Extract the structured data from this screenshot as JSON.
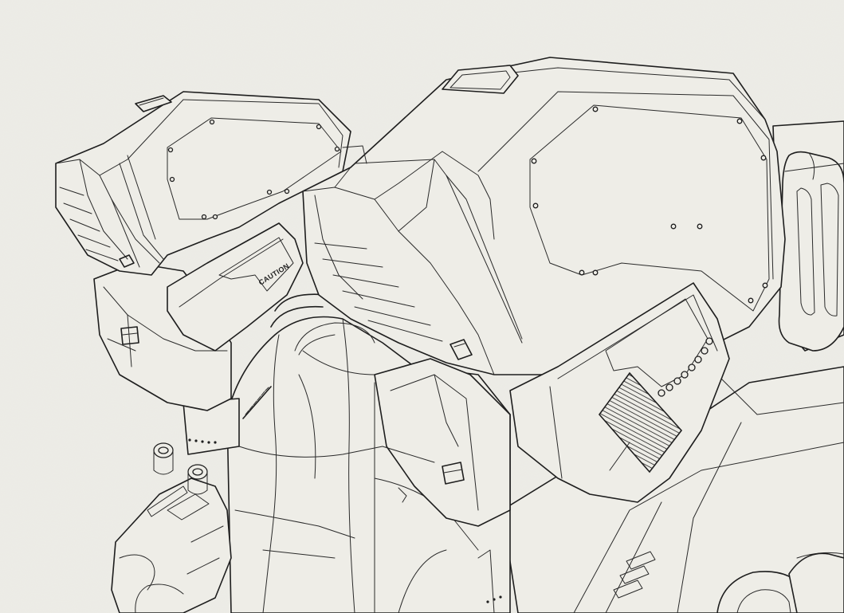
{
  "image": {
    "subject": "line-art-mech-sketch",
    "style": "black ink outlines on off-white paper",
    "colors": {
      "paper": "#ecebe5",
      "ink": "#1e1e1e"
    }
  },
  "labels": {
    "left_panel_stencil": "CAUTION"
  }
}
